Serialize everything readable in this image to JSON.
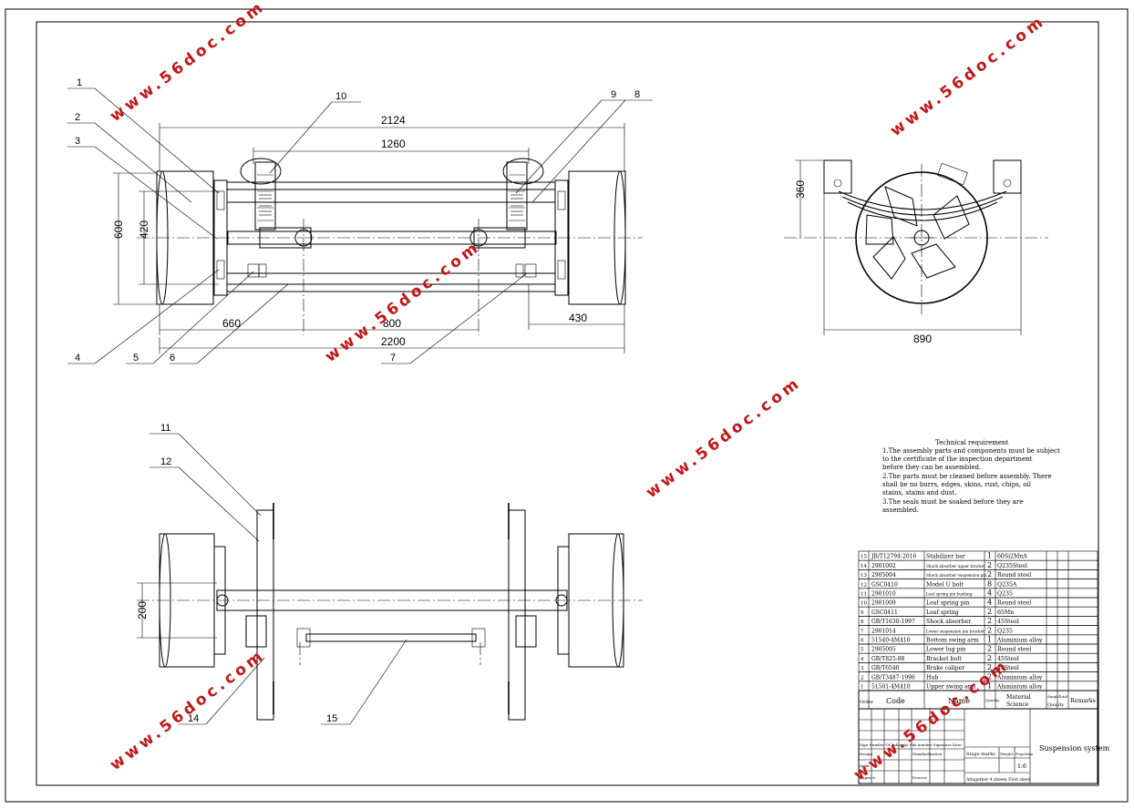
{
  "dimensions_top": [
    "2124",
    "1260",
    "600",
    "420",
    "660",
    "800",
    "430",
    "2200"
  ],
  "dimensions_side": [
    "360",
    "890"
  ],
  "dimensions_bottom": [
    "200"
  ],
  "balloons_top": [
    "1",
    "2",
    "3",
    "4",
    "5",
    "6",
    "7",
    "8",
    "9",
    "10"
  ],
  "balloons_bottom": [
    "11",
    "12",
    "14",
    "15"
  ],
  "technical_requirements": {
    "title": "Technical requirement",
    "lines": [
      "1.The assembly parts and components must be subject",
      "to the certificate of the inspection department",
      "before they can be assembled.",
      "2.The parts must be cleaned before assembly. There",
      "shall be no burrs, edges, skins, rust, chips, oil",
      "stains, stains and dust.",
      "3.The seals must be soaked before they are",
      "assembled."
    ]
  },
  "parts_list": [
    {
      "no": "15",
      "code": "JB/T12794-2016",
      "name": "Stabilizer bar",
      "qty": "1",
      "material": "60Si2MnA"
    },
    {
      "no": "14",
      "code": "2901002",
      "name": "Shock absorber upper bracket",
      "qty": "2",
      "material": "Q235Steel"
    },
    {
      "no": "13",
      "code": "2905004",
      "name": "Shock absorber suspension pin",
      "qty": "2",
      "material": "Round steel"
    },
    {
      "no": "12",
      "code": "GSC0410",
      "name": "Model U bolt",
      "qty": "8",
      "material": "Q235A"
    },
    {
      "no": "11",
      "code": "2901010",
      "name": "Leaf spring pin bushing",
      "qty": "4",
      "material": "Q235"
    },
    {
      "no": "10",
      "code": "2901009",
      "name": "Leaf spring pin",
      "qty": "4",
      "material": "Round steel"
    },
    {
      "no": "9",
      "code": "GSC0411",
      "name": "Leaf spring",
      "qty": "2",
      "material": "65Mn"
    },
    {
      "no": "8",
      "code": "GB/T1630-1997",
      "name": "Shock absorber",
      "qty": "2",
      "material": "45Steel"
    },
    {
      "no": "7",
      "code": "2901014",
      "name": "Lower suspension pin bracket",
      "qty": "2",
      "material": "Q235"
    },
    {
      "no": "6",
      "code": "51540-4M410",
      "name": "Bottom swing arm",
      "qty": "1",
      "material": "Aluminium alloy"
    },
    {
      "no": "5",
      "code": "2905005",
      "name": "Lower lug pin",
      "qty": "2",
      "material": "Round steel"
    },
    {
      "no": "4",
      "code": "GB/T825-88",
      "name": "Bracket bolt",
      "qty": "2",
      "material": "45Steel"
    },
    {
      "no": "3",
      "code": "GB/T6540",
      "name": "Brake caliper",
      "qty": "2",
      "material": "45Steel"
    },
    {
      "no": "2",
      "code": "GB/T3487-1996",
      "name": "Hub",
      "qty": "2",
      "material": "Aluminium alloy"
    },
    {
      "no": "1",
      "code": "51501-4M410",
      "name": "Upper swing arm",
      "qty": "1",
      "material": "Aluminium alloy"
    }
  ],
  "parts_header": {
    "no": "Order",
    "code": "Code",
    "name": "Name",
    "qty": "Quantity",
    "material": "Material Science",
    "single": "Single",
    "total": "Total",
    "quality": "Quality",
    "remarks": "Remarks"
  },
  "title_block": {
    "title": "Suspension system",
    "stage_mark": "Stage marks",
    "weight": "Weight",
    "proportion": "Proportion",
    "scale": "1:6",
    "sign_row": "Sign Number Of Subareas File number Signature Date",
    "design": "Design",
    "standardization": "Standardization",
    "audit": "Audit",
    "process": "Process",
    "approve": "Approve",
    "sheets": "Altogether 4 sheets First sheet"
  },
  "watermark": "www.56doc.com"
}
